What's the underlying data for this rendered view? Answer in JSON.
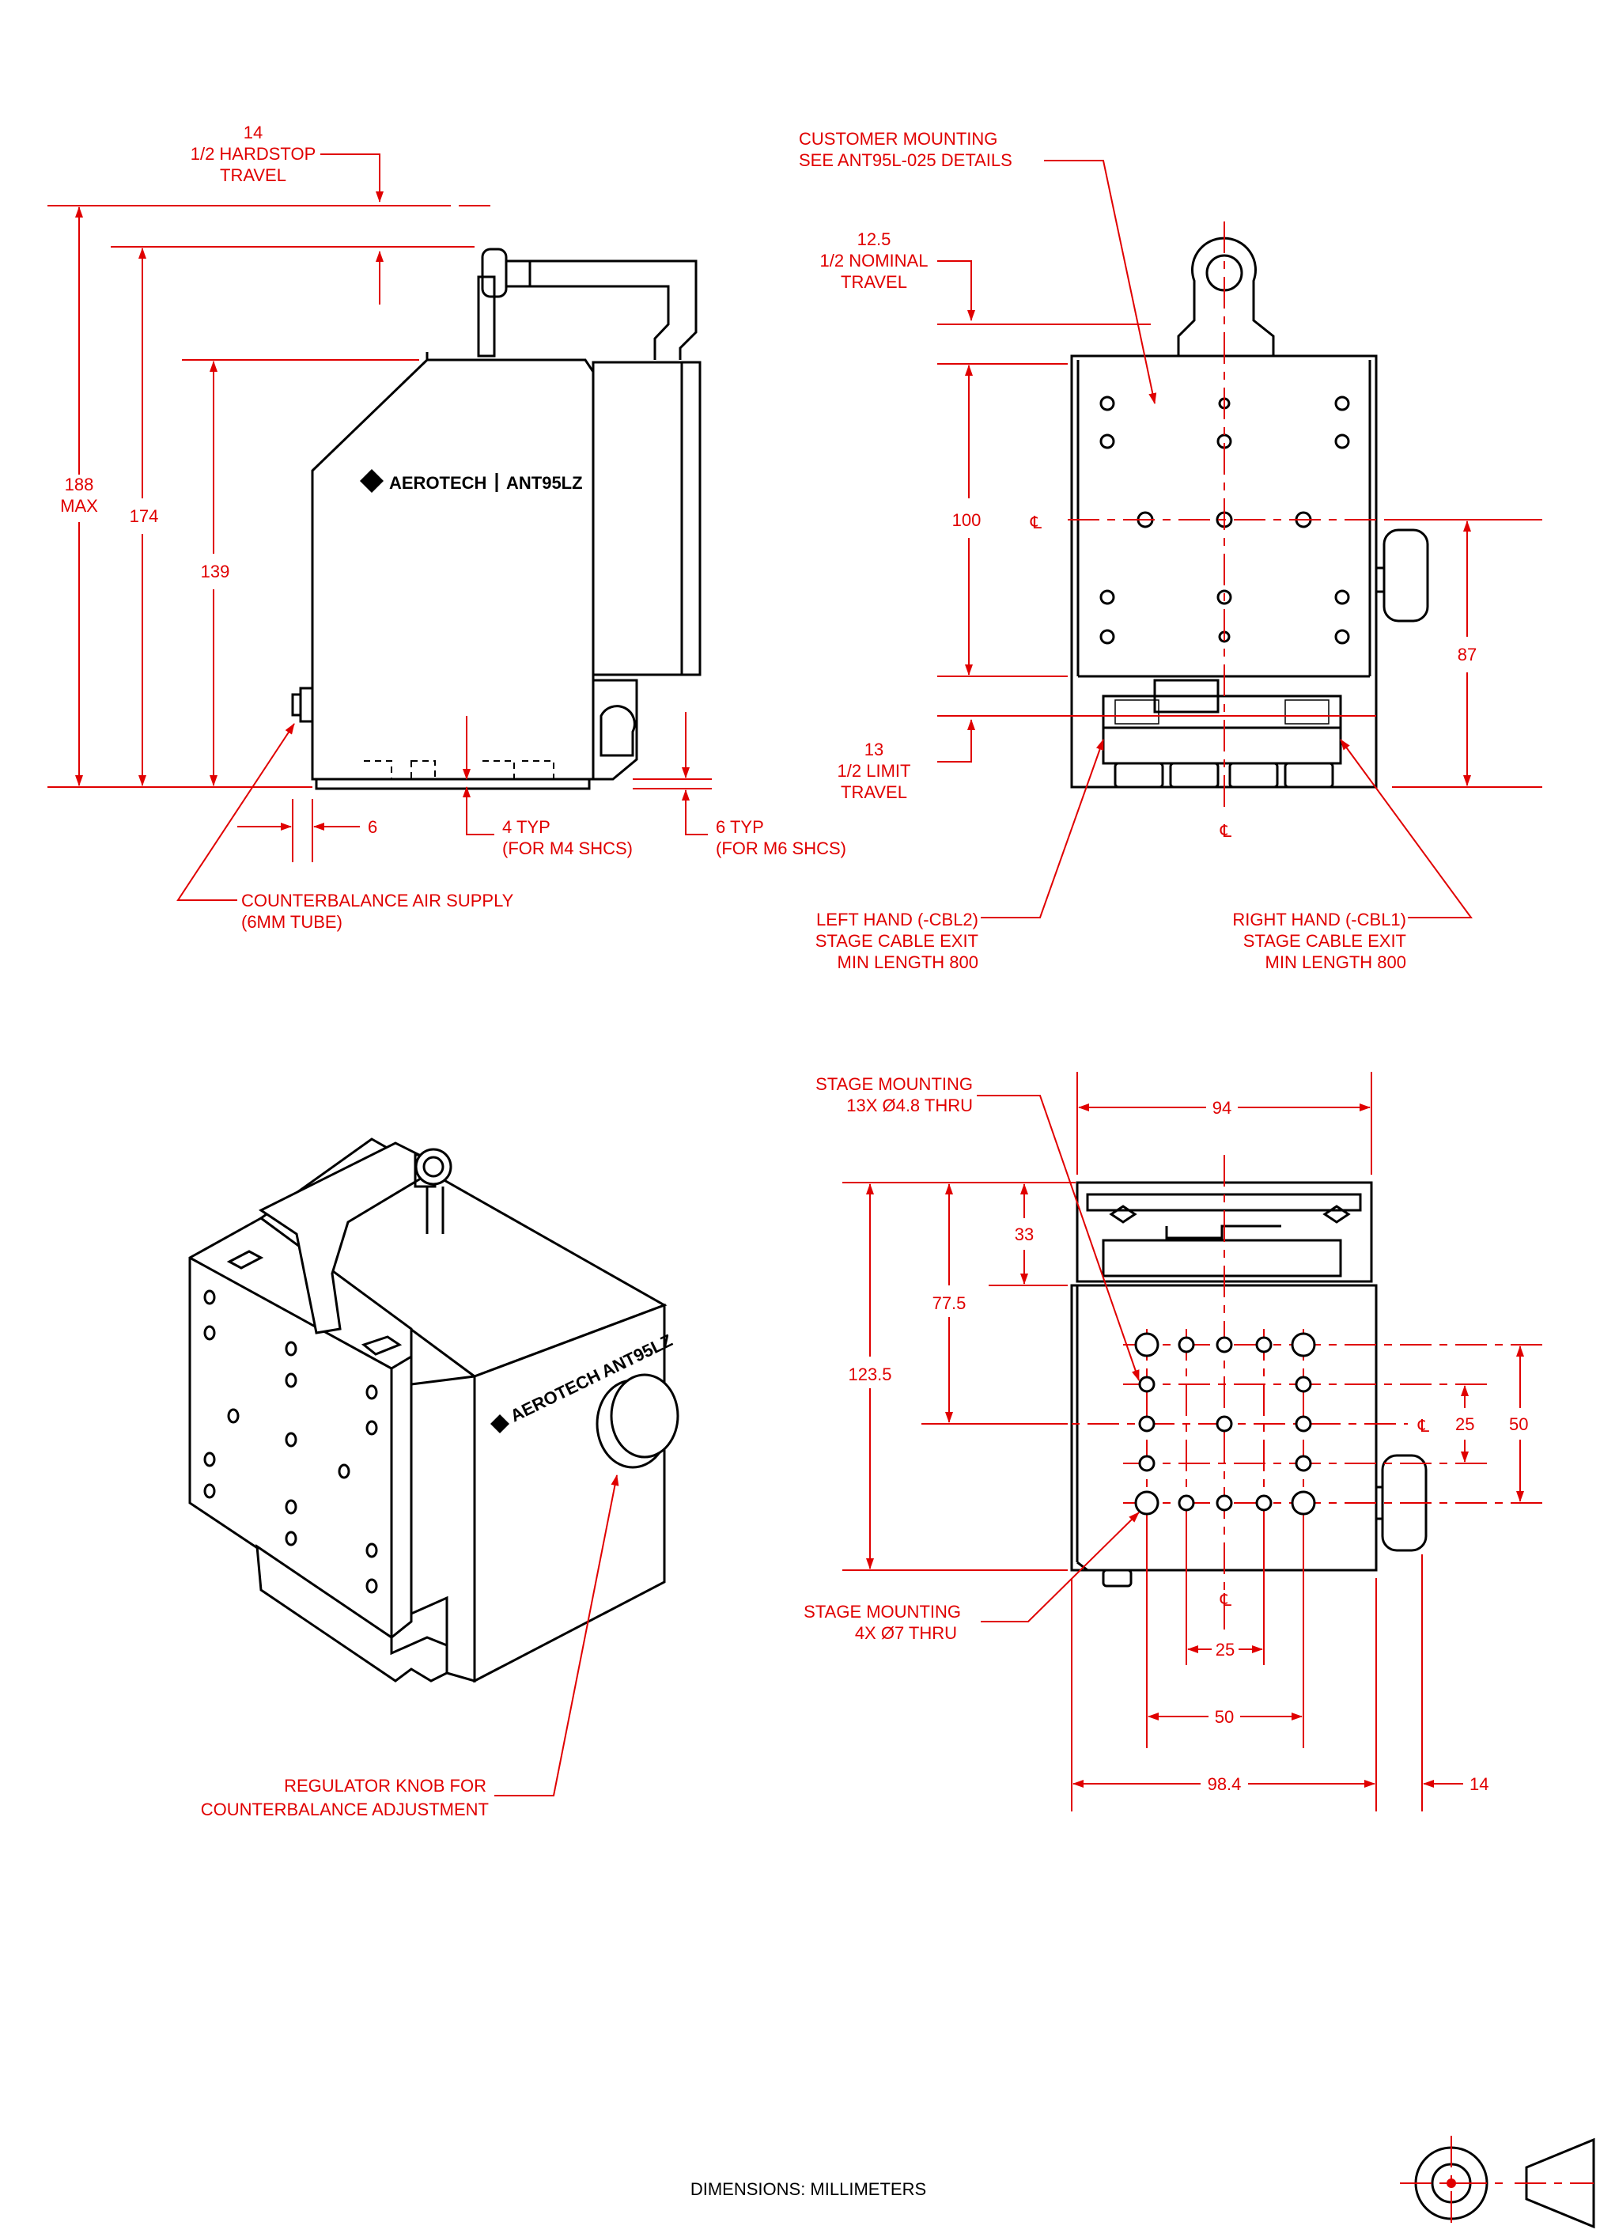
{
  "colors": {
    "dimension": "#e00000",
    "outline": "#000000",
    "background": "#ffffff"
  },
  "side_view": {
    "logo_brand": "AEROTECH",
    "logo_model": "ANT95LZ",
    "hardstop": [
      "14",
      "1/2 HARDSTOP",
      "TRAVEL"
    ],
    "overall": [
      "188",
      "MAX"
    ],
    "dim_174": "174",
    "dim_139": "139",
    "dim_6": "6",
    "m4": [
      "4 TYP",
      "(FOR M4 SHCS)"
    ],
    "m6": [
      "6 TYP",
      "(FOR M6 SHCS)"
    ],
    "air_supply": [
      "COUNTERBALANCE AIR SUPPLY",
      "(6MM TUBE)"
    ]
  },
  "front_view": {
    "customer_mounting": [
      "CUSTOMER MOUNTING",
      "SEE ANT95L-025 DETAILS"
    ],
    "nominal": [
      "12.5",
      "1/2 NOMINAL",
      "TRAVEL"
    ],
    "dim_100": "100",
    "limit": [
      "13",
      "1/2 LIMIT",
      "TRAVEL"
    ],
    "dim_87": "87",
    "centerline": "℄",
    "left_hand": [
      "LEFT HAND (-CBL2)",
      "STAGE CABLE EXIT",
      "MIN LENGTH 800"
    ],
    "right_hand": [
      "RIGHT HAND (-CBL1)",
      "STAGE CABLE EXIT",
      "MIN LENGTH 800"
    ]
  },
  "iso_view": {
    "logo_brand": "AEROTECH",
    "logo_model": "ANT95LZ",
    "regulator": [
      "REGULATOR KNOB FOR",
      "COUNTERBALANCE ADJUSTMENT"
    ]
  },
  "bottom_view": {
    "stage_mount_13": [
      "STAGE MOUNTING",
      "13X Ø4.8 THRU"
    ],
    "dim_94": "94",
    "dim_33": "33",
    "dim_77_5": "77.5",
    "dim_123_5": "123.5",
    "dim_25v": "25",
    "dim_50v": "50",
    "centerline": "℄",
    "stage_mount_4": [
      "STAGE MOUNTING",
      "4X Ø7 THRU"
    ],
    "dim_25h": "25",
    "dim_50h": "50",
    "dim_98_4": "98.4",
    "dim_14": "14"
  },
  "footer": {
    "units": "DIMENSIONS:  MILLIMETERS",
    "projection_symbol": "third-angle-projection-icon"
  }
}
